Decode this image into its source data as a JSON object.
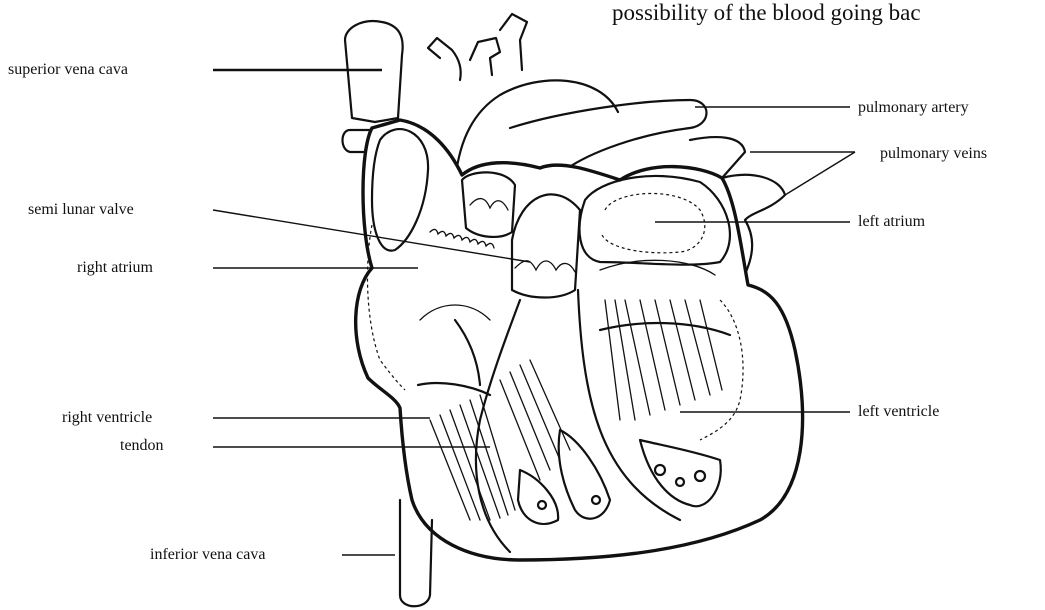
{
  "caption": "possibility of the blood going bac",
  "labels": {
    "superior_vena_cava": "superior vena cava",
    "pulmonary_artery": "pulmonary artery",
    "pulmonary_veins": "pulmonary veins",
    "semi_lunar_valve": "semi lunar valve",
    "left_atrium": "left atrium",
    "right_atrium": "right atrium",
    "right_ventricle": "right ventricle",
    "tendon": "tendon",
    "left_ventricle": "left ventricle",
    "inferior_vena_cava": "inferior vena cava"
  }
}
